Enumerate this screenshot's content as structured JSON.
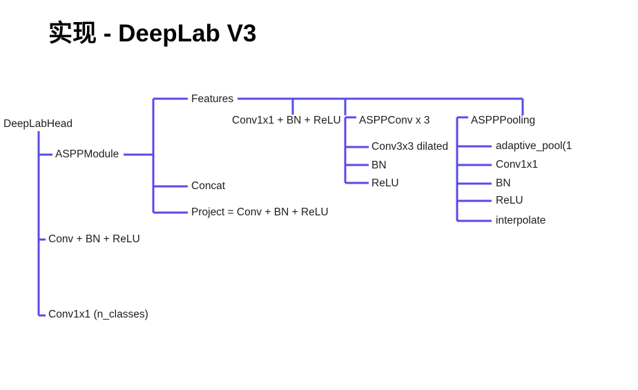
{
  "slide": {
    "title": "实现 - DeepLab V3",
    "background_color": "#ffffff",
    "title_color": "#000000"
  },
  "diagram": {
    "type": "tree",
    "line_color": "#5b4ae8",
    "text_color": "#1d1d1d",
    "nodes": {
      "root": "DeepLabHead",
      "aspp_module": "ASPPModule",
      "conv_bn_relu": "Conv + BN + ReLU",
      "conv1x1_nclasses": "Conv1x1 (n_classes)",
      "features": "Features",
      "concat": "Concat",
      "project": "Project = Conv + BN + ReLU",
      "conv1x1_bn_relu": "Conv1x1 + BN + ReLU",
      "aspp_conv": "ASPPConv x 3",
      "conv3x3_dilated": "Conv3x3 dilated",
      "aspp_conv_bn": "BN",
      "aspp_conv_relu": "ReLU",
      "aspp_pooling": "ASPPPooling",
      "adaptive_pool": "adaptive_pool(1",
      "pool_conv1x1": "Conv1x1",
      "pool_bn": "BN",
      "pool_relu": "ReLU",
      "interpolate": "interpolate"
    }
  }
}
